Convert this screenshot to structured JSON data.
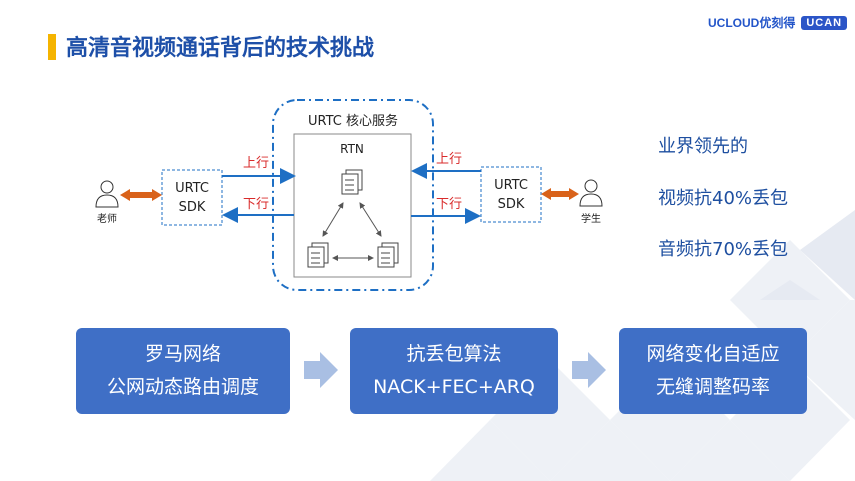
{
  "header": {
    "title": "高清音视频通话背后的技术挑战",
    "brand_name": "UCLOUD优刻得",
    "brand_badge": "UCAN"
  },
  "diagram": {
    "core_label": "URTC 核心服务",
    "rtn_label": "RTN",
    "left_sdk": [
      "URTC",
      "SDK"
    ],
    "right_sdk": [
      "URTC",
      "SDK"
    ],
    "left_user": "老师",
    "right_user": "学生",
    "uplink": "上行",
    "downlink": "下行"
  },
  "features": {
    "line1": "业界领先的",
    "line2": "视频抗40%丢包",
    "line3": "音频抗70%丢包"
  },
  "pills": [
    {
      "line1": "罗马网络",
      "line2": "公网动态路由调度"
    },
    {
      "line1": "抗丢包算法",
      "line2": "NACK+FEC+ARQ"
    },
    {
      "line1": "网络变化自适应",
      "line2": "无缝调整码率"
    }
  ],
  "colors": {
    "title": "#1d4fa8",
    "accent": "#f5b400",
    "pill": "#3f6fc6",
    "arrow_red": "#d92b2b",
    "line_blue": "#1e6fc4",
    "orange": "#d9621a"
  }
}
